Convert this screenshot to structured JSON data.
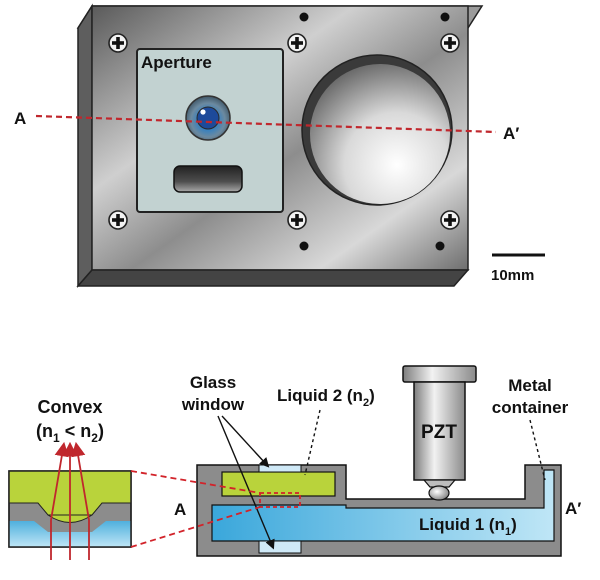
{
  "top_view": {
    "aperture_label": "Aperture",
    "section_start": "A",
    "section_end": "A′",
    "scale_bar_label": "10mm",
    "icons": [
      "screw-head-icon",
      "mount-hole-icon"
    ]
  },
  "cross_section": {
    "left_label": "A",
    "right_label": "A′",
    "glass_window_line1": "Glass",
    "glass_window_line2": "window",
    "liquid2_text": "Liquid 2 (n",
    "liquid2_sub": "2",
    "liquid2_close": ")",
    "liquid1_text": "Liquid 1 (n",
    "liquid1_sub": "1",
    "liquid1_close": ")",
    "pzt_label": "PZT",
    "metal_line1": "Metal",
    "metal_line2": "container"
  },
  "inset": {
    "title_line1": "Convex",
    "title_open": "(n",
    "title_sub1": "1",
    "title_mid": " < n",
    "title_sub2": "2",
    "title_close": ")"
  },
  "colors": {
    "section_line": "#c0272d",
    "liquid1": "#4fb0dd",
    "liquid2": "#b9d33b",
    "metal": "#8c8c8c",
    "leader": "#d2232a"
  }
}
